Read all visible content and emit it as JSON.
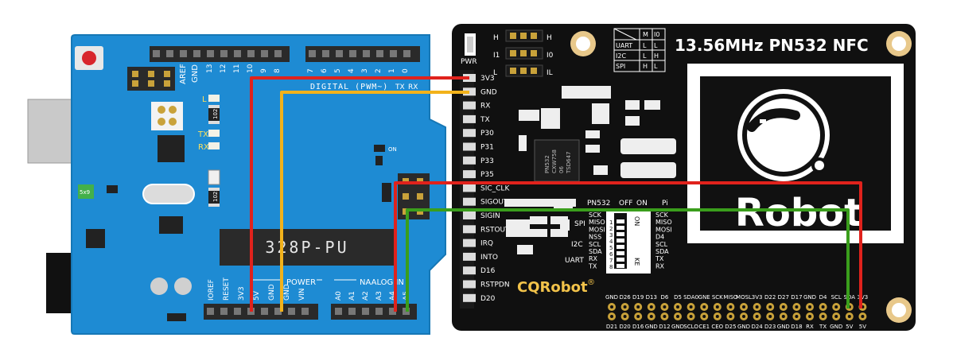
{
  "arduino": {
    "aref": "AREF",
    "gnd": "GND",
    "digital_pins": [
      "13",
      "12",
      "11",
      "10",
      "9",
      "8",
      "7",
      "6",
      "5",
      "4",
      "3",
      "2",
      "1",
      "0"
    ],
    "digital_label": "DIGITAL (PWM~)",
    "tx": "TX",
    "rx": "RX",
    "led_l": "L",
    "led_tx": "TX",
    "led_rx": "RX",
    "led_on": "ON",
    "res_102a": "102",
    "res_102b": "102",
    "chip_label": "328P-PU",
    "crystal_label": "5x9",
    "power_label": "POWER",
    "analog_label": "NAALOG IN",
    "power_pins": [
      "IOREF",
      "RESET",
      "3V3",
      "5V",
      "GND",
      "GND",
      "VIN"
    ],
    "analog_pins": [
      "A0",
      "A1",
      "A2",
      "A3",
      "A4",
      "A5"
    ]
  },
  "nfc": {
    "title": "13.56MHz PN532 NFC",
    "pwr": "PWR",
    "switch_rows": [
      {
        "left": "H",
        "right": "H"
      },
      {
        "left": "I1",
        "right": "I0"
      },
      {
        "left": "L",
        "right": "IL"
      }
    ],
    "mode_table": {
      "header": [
        "",
        "M",
        "I0"
      ],
      "rows": [
        [
          "UART",
          "L",
          "L"
        ],
        [
          "I2C",
          "L",
          "H"
        ],
        [
          "SPI",
          "H",
          "L"
        ]
      ]
    },
    "left_pins": [
      "3V3",
      "GND",
      "RX",
      "TX",
      "P30",
      "P31",
      "P33",
      "P35",
      "SIC_CLK",
      "SIGOUT",
      "SIGIN",
      "RSTOUT",
      "IRQ",
      "INTO",
      "D16",
      "RSTPDN",
      "D20"
    ],
    "chip_text": [
      "PN532",
      "CXW758",
      "06",
      "TSD647"
    ],
    "brand": "CQRobot",
    "brand_mark": "®",
    "pn532_label": "PN532",
    "off_label": "OFF",
    "on_label": "ON",
    "pi_label": "Pi",
    "dip_on": "ON",
    "dip_ke": "KE",
    "dip_numbers": [
      "1",
      "2",
      "3",
      "4",
      "5",
      "6",
      "7",
      "8"
    ],
    "left_mid_pins": [
      "SCK",
      "MISO",
      "MOSI",
      "NSS",
      "SCL",
      "SDA",
      "RX",
      "TX"
    ],
    "right_mid_pins": [
      "SCK",
      "MISO",
      "MOSI",
      "D4",
      "SCL",
      "SDA",
      "TX",
      "RX"
    ],
    "spi": "SPI",
    "i2c": "I2C",
    "uart": "UART",
    "logo_text": "Robot",
    "header_top": [
      "GND",
      "D26",
      "D19",
      "D13",
      "D6",
      "D5",
      "SDA0",
      "GNE",
      "SCK",
      "MISO",
      "MOSL",
      "3V3",
      "D22",
      "D27",
      "D17",
      "GND",
      "D4",
      "SCL",
      "SDA",
      "3V3"
    ],
    "header_bottom": [
      "D21",
      "D20",
      "D16",
      "GND",
      "D12",
      "GND",
      "SCLO",
      "CE1",
      "CEO",
      "D25",
      "GND",
      "D24",
      "D23",
      "GND",
      "D18",
      "RX",
      "TX",
      "GND",
      "5V",
      "5V"
    ]
  },
  "wires": {
    "power_color": "#e0221c",
    "ground_color": "#f2b21b",
    "data_color": "#3a9e1c"
  }
}
